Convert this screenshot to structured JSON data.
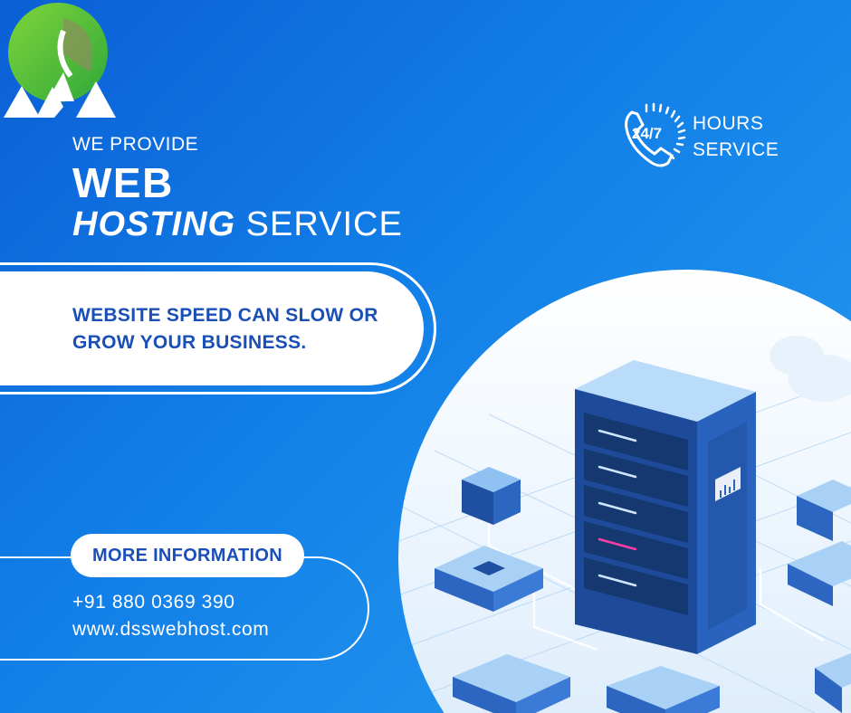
{
  "logo": {
    "icon": "mountain-sun-logo",
    "colors": {
      "sun": "#5cc234",
      "mountains": "#ffffff"
    }
  },
  "badge": {
    "icon": "phone-24-7-icon",
    "number": "24/7",
    "line1": "HOURS",
    "line2": "SERVICE"
  },
  "hero": {
    "eyebrow": "WE PROVIDE",
    "title_line1": "WEB",
    "title_emphasis": "HOSTING",
    "title_rest": " SERVICE"
  },
  "tagline": {
    "line1": "WEBSITE SPEED CAN SLOW OR",
    "line2": "GROW YOUR BUSINESS."
  },
  "cta": {
    "label": "MORE INFORMATION"
  },
  "contact": {
    "phone": "+91 880 0369 390",
    "website": "www.dsswebhost.com"
  },
  "illustration": {
    "icon": "server-rack-illustration"
  },
  "colors": {
    "background_start": "#0b5fd6",
    "background_end": "#2a9df0",
    "accent_text": "#1a4fb8",
    "white": "#ffffff"
  }
}
